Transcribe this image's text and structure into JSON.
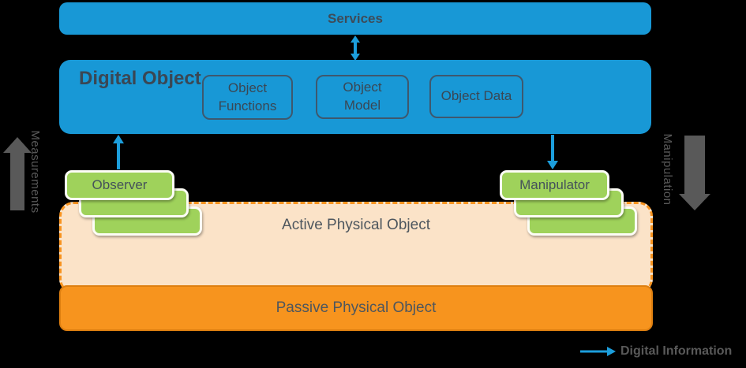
{
  "title": "Digital twin architecture diagram",
  "colors": {
    "blue": "#1898D6",
    "green": "#9FD25B",
    "peach": "#FBE3C8",
    "orange": "#F7941E",
    "dashed_border": "#F89420",
    "gray_arrow": "#595959",
    "dark_text": "#3A4754",
    "arrow_blue": "#1C9EDC"
  },
  "services": {
    "label": "Services"
  },
  "digital_object": {
    "title": "Digital Object",
    "children": [
      {
        "label": "Object Functions"
      },
      {
        "label": "Object Model"
      },
      {
        "label": "Object Data"
      }
    ]
  },
  "observer": {
    "label": "Observer"
  },
  "manipulator": {
    "label": "Manipulator"
  },
  "active_physical_object": {
    "label": "Active Physical Object"
  },
  "passive_physical_object": {
    "label": "Passive Physical Object"
  },
  "left_flow": {
    "label": "Measurements",
    "direction": "up"
  },
  "right_flow": {
    "label": "Manipulation",
    "direction": "down"
  },
  "legend": {
    "label": "Digital Information"
  }
}
